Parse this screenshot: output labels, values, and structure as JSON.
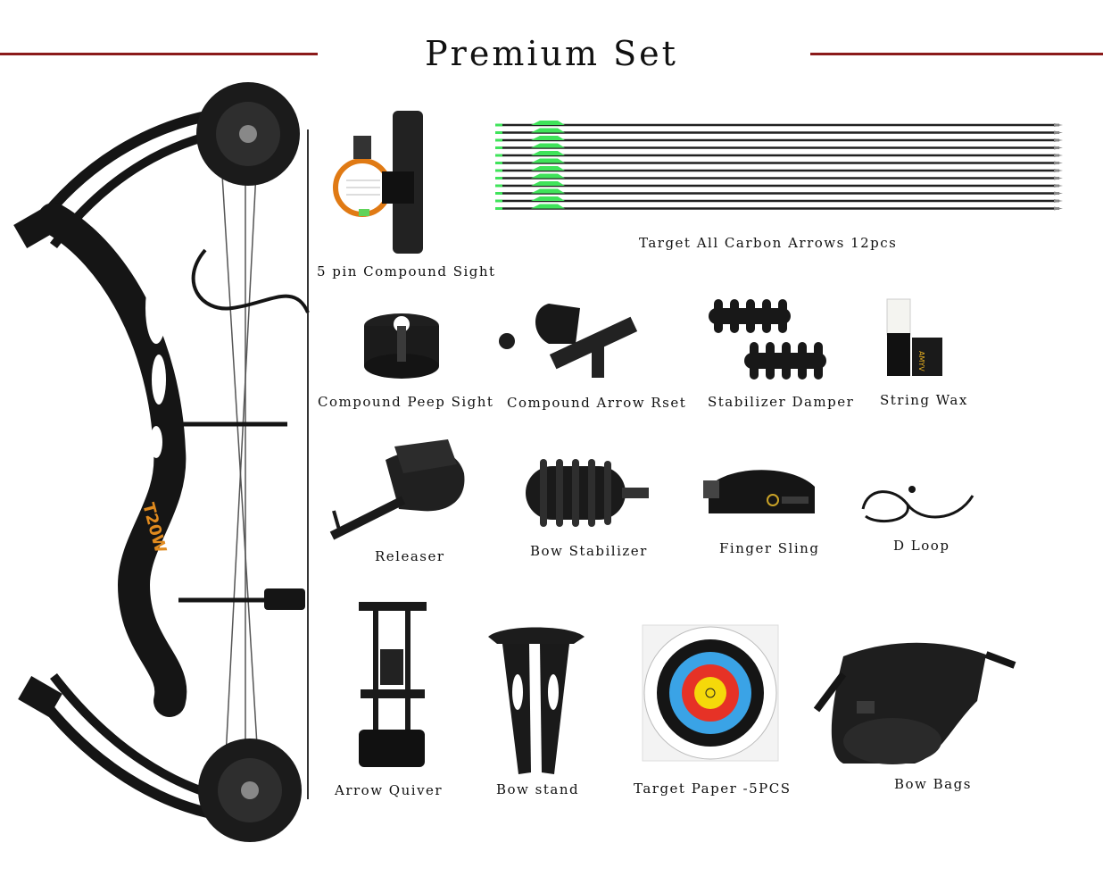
{
  "title": "Premium Set",
  "colors": {
    "rule": "#8b1a1a",
    "bow": "#151515",
    "arrow_fletch": "#3fe35a",
    "arrow_shaft": "#202020"
  },
  "items": [
    {
      "id": "sight",
      "label": "5 pin Compound Sight",
      "icon": "sight-icon"
    },
    {
      "id": "arrows",
      "label": "Target All Carbon Arrows 12pcs",
      "icon": "arrows-icon"
    },
    {
      "id": "peep",
      "label": "Compound Peep Sight",
      "icon": "peep-sight-icon"
    },
    {
      "id": "rest",
      "label": "Compound Arrow Rset",
      "icon": "arrow-rest-icon"
    },
    {
      "id": "damper",
      "label": "Stabilizer Damper",
      "icon": "damper-icon"
    },
    {
      "id": "wax",
      "label": "String Wax",
      "icon": "string-wax-icon"
    },
    {
      "id": "releaser",
      "label": "Releaser",
      "icon": "releaser-icon"
    },
    {
      "id": "stabilizer",
      "label": "Bow Stabilizer",
      "icon": "stabilizer-icon"
    },
    {
      "id": "sling",
      "label": "Finger Sling",
      "icon": "finger-sling-icon"
    },
    {
      "id": "dloop",
      "label": "D Loop",
      "icon": "d-loop-icon"
    },
    {
      "id": "quiver",
      "label": "Arrow Quiver",
      "icon": "quiver-icon"
    },
    {
      "id": "stand",
      "label": "Bow stand",
      "icon": "bow-stand-icon"
    },
    {
      "id": "target",
      "label": "Target Paper -5PCS",
      "icon": "target-paper-icon"
    },
    {
      "id": "bags",
      "label": "Bow Bags",
      "icon": "bow-bag-icon"
    }
  ],
  "bow_riser_text": "T20W",
  "wax_brand": "AMYV"
}
